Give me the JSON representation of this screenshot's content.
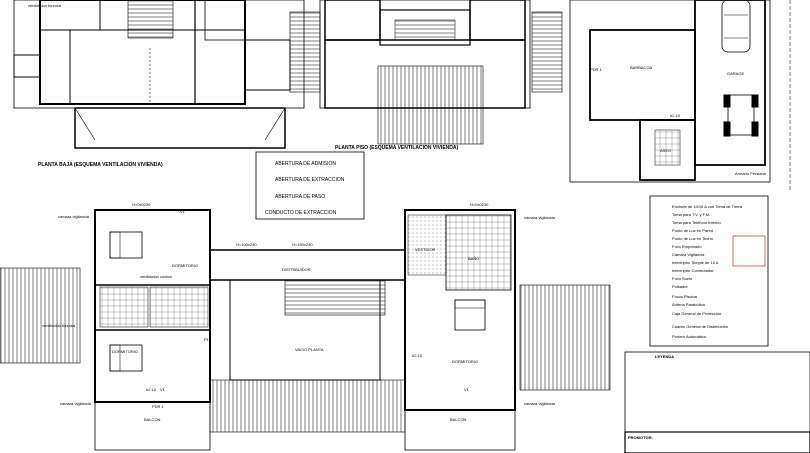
{
  "titles": {
    "planta_baja": "PLANTA BAJA  (ESQUEMA VENTILACION VIVIENDA)",
    "planta_piso": "PLANTA PISO  (ESQUEMA VENTILACION VIVIENDA)"
  },
  "vent_legend": {
    "items": [
      "ABERTURA DE ADMISION",
      "ABERTURA DE EXTRACCION",
      "ABERTURA DE PASO",
      "CONDUCTO DE EXTRACCION"
    ]
  },
  "rooms": {
    "barbacoa": "BARBACOA",
    "garage": "GARAGE",
    "aseo": "ASEO",
    "dormitorio": "DORMITORIO",
    "distribuidor": "DISTRIBUIDOR",
    "vacio_planta": "VACIO PLANTA",
    "vestidor": "VESTIDOR",
    "bano": "BAÑO",
    "balcon": "BALCON",
    "armario_persiana": "Armario Persiana"
  },
  "labels": {
    "camara_vigilancia": "camara vigilancia",
    "ventilacion_forzosa": "ventilacion forzosa",
    "ventilacion_cocina": "ventilacion cocina",
    "h2_10": "h2.10",
    "window_code": "V1",
    "window_dims": "H=0x0230",
    "dim_100": "H=100x230",
    "dim_150": "H=150x230",
    "pdr": "PDR 1",
    "p1": "P1"
  },
  "electric_legend": {
    "items": [
      "Enchufe de 10/16 A con Toma de Tierra",
      "Toma para T.V. y F.M.",
      "Toma para Teléfono Interno",
      "Punto de Luz en Pared",
      "Punto de Luz en Techo",
      "Foco Empotrado",
      "Cámara Vigilancia",
      "Interruptor Simple de 10 A",
      "Interruptor Conmutador",
      "Foco Suelo",
      "Pulsador",
      "Focos Piscina",
      "Antena Parabólica",
      "Caja General de Protección",
      "Cuadro General de Distribución",
      "Portero Automático"
    ]
  },
  "general_legend": {
    "title": "LEYENDA",
    "footer": "PROMOTOR:"
  },
  "colors": {
    "line": "#000000",
    "accent_red": "#d00000"
  }
}
